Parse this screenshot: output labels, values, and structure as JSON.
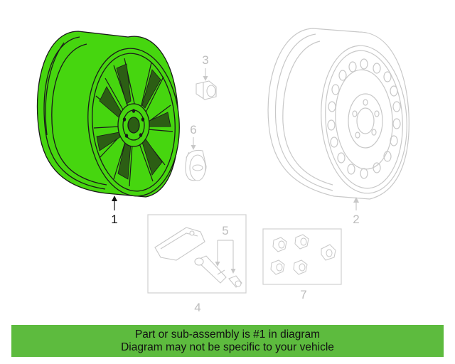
{
  "callouts": {
    "c1": "1",
    "c2": "2",
    "c3": "3",
    "c4": "4",
    "c5": "5",
    "c6": "6",
    "c7": "7"
  },
  "banner": {
    "line1": "Part or sub-assembly is #1 in diagram",
    "line2": "Diagram may not be specific to your vehicle"
  },
  "colors": {
    "highlight": "#46d60f",
    "banner": "#5dbb3e",
    "line": "#c8c8c8"
  }
}
